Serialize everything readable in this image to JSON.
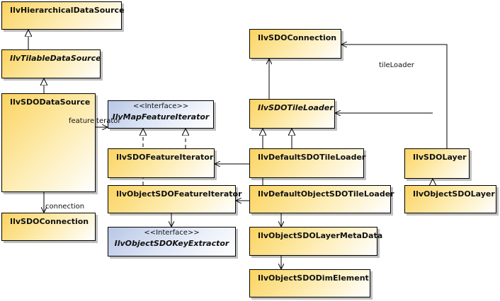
{
  "classes": {
    "hierarchical": {
      "name": "IlvHierarchicalDataSource"
    },
    "tilable": {
      "name": "IlvTilableDataSource"
    },
    "datasource": {
      "name": "IlvSDODataSource"
    },
    "connection_left": {
      "name": "IlvSDOConnection"
    },
    "connection_top": {
      "name": "IlvSDOConnection"
    },
    "map_feature_iterator": {
      "stereotype": "<<Interface>>",
      "name": "IlvMapFeatureIterator"
    },
    "feature_iterator": {
      "name": "IlvSDOFeatureIterator"
    },
    "object_feature_iterator": {
      "name": "IlvObjectSDOFeatureIterator"
    },
    "key_extractor": {
      "stereotype": "<<Interface>>",
      "name": "IlvObjectSDOKeyExtractor"
    },
    "tile_loader": {
      "name": "IlvSDOTileLoader"
    },
    "default_tile_loader": {
      "name": "IlvDefaultSDOTileLoader"
    },
    "default_object_tile_loader": {
      "name": "IlvDefaultObjectSDOTileLoader"
    },
    "layer_meta_data": {
      "name": "IlvObjectSDOLayerMetaData"
    },
    "dim_element": {
      "name": "IlvObjectSDODimElement"
    },
    "sdo_layer": {
      "name": "IlvSDOLayer"
    },
    "object_sdo_layer": {
      "name": "IlvObjectSDOLayer"
    }
  },
  "labels": {
    "tile_loader_role": "tileLoader",
    "feature_iterator_role": "featureIterator",
    "connection_role": "connection"
  },
  "colors": {
    "class_fill": "#fbd360",
    "interface_fill": "#b9c7e6",
    "line": "#000000"
  }
}
